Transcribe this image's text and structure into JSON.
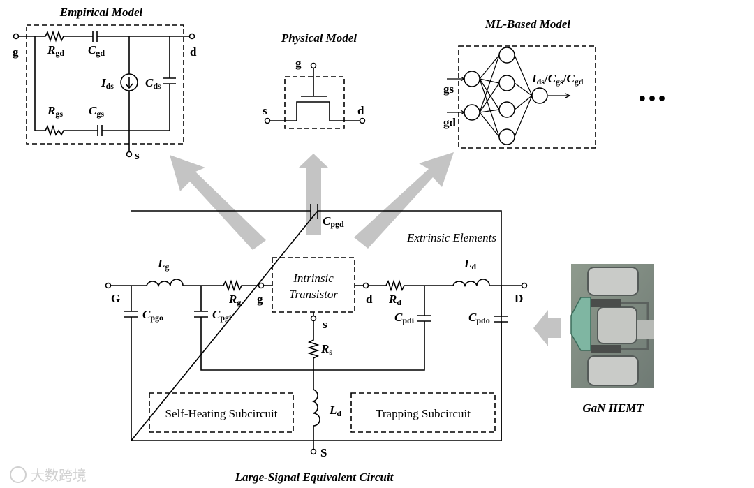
{
  "titles": {
    "empirical": "Empirical Model",
    "physical": "Physical Model",
    "ml": "ML-Based Model",
    "hemt": "GaN HEMT",
    "large_signal": "Large-Signal Equivalent Circuit"
  },
  "empirical": {
    "g": "g",
    "d": "d",
    "s": "s",
    "rgd": {
      "base": "R",
      "sub": "gd"
    },
    "cgd": {
      "base": "C",
      "sub": "gd"
    },
    "ids": {
      "base": "I",
      "sub": "ds"
    },
    "cds": {
      "base": "C",
      "sub": "ds"
    },
    "rgs": {
      "base": "R",
      "sub": "gs"
    },
    "cgs": {
      "base": "C",
      "sub": "gs"
    }
  },
  "physical": {
    "g": "g",
    "s": "s",
    "d": "d"
  },
  "ml": {
    "in1": "gs",
    "in2": "gd",
    "out": {
      "i": "I",
      "i_sub": "ds",
      "slash1": "/",
      "c1": "C",
      "c1_sub": "gs",
      "slash2": "/",
      "c2": "C",
      "c2_sub": "gd"
    }
  },
  "ellipsis": "•••",
  "circuit": {
    "extrinsic_label": "Extrinsic Elements",
    "intrinsic_line1": "Intrinsic",
    "intrinsic_line2": "Transistor",
    "G": "G",
    "D": "D",
    "S": "S",
    "g": "g",
    "d": "d",
    "s": "s",
    "cpgd": {
      "base": "C",
      "sub": "pgd"
    },
    "lg": {
      "base": "L",
      "sub": "g"
    },
    "rg": {
      "base": "R",
      "sub": "g"
    },
    "cpgo": {
      "base": "C",
      "sub": "pgo"
    },
    "cpgi": {
      "base": "C",
      "sub": "pgi"
    },
    "rd": {
      "base": "R",
      "sub": "d"
    },
    "ld": {
      "base": "L",
      "sub": "d"
    },
    "cpdi": {
      "base": "C",
      "sub": "pdi"
    },
    "cpdo": {
      "base": "C",
      "sub": "pdo"
    },
    "rs": {
      "base": "R",
      "sub": "s"
    },
    "ls": {
      "base": "L",
      "sub": "d"
    },
    "self_heating": "Self-Heating Subcircuit",
    "trapping": "Trapping Subcircuit"
  },
  "watermark": "大数跨境",
  "colors": {
    "arrow": "#c4c4c4",
    "box_fill": "#eeeeee",
    "line": "#000000"
  }
}
